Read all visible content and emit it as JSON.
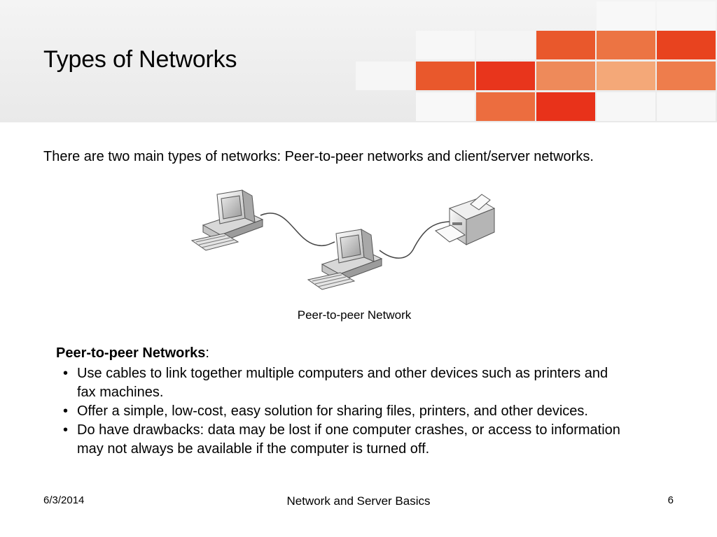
{
  "slide": {
    "title": "Types of Networks",
    "intro": "There are two main types of networks: Peer-to-peer networks and client/server networks.",
    "diagram_caption": "Peer-to-peer Network",
    "section": {
      "heading_bold": "Peer-to-peer Networks",
      "heading_suffix": ":",
      "bullets": [
        "Use cables to link together multiple computers and other devices such as printers and fax machines.",
        "Offer a simple, low-cost, easy solution for sharing files, printers, and other devices.",
        "Do have drawbacks: data may be lost if one computer crashes, or access to information may not always be available if the computer is turned off."
      ]
    }
  },
  "footer": {
    "date": "6/3/2014",
    "title": "Network and Server Basics",
    "page": "6"
  },
  "colors": {
    "accent_orange": "#e8572a",
    "accent_red": "#e8351c",
    "accent_light": "#f2a06e",
    "tile_gray": "#f6f6f6"
  },
  "diagram_icons": [
    "computer-icon",
    "computer-icon",
    "printer-icon"
  ]
}
